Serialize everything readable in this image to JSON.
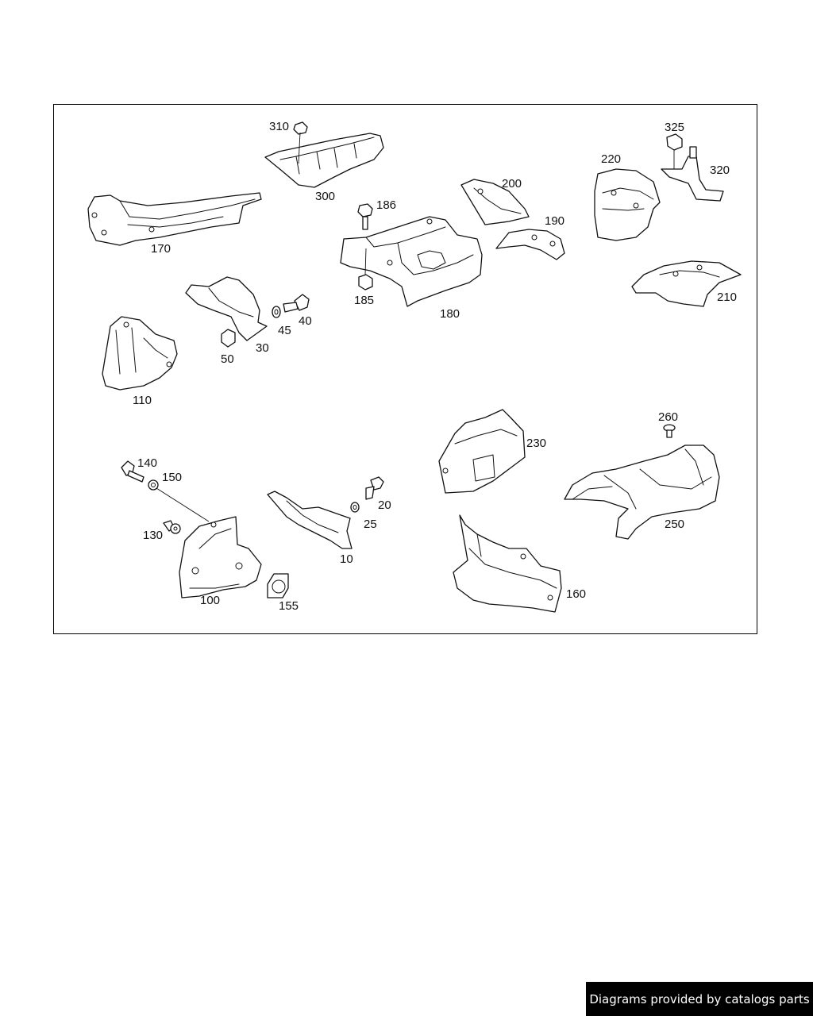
{
  "diagram": {
    "callouts": {
      "c310": "310",
      "c300": "300",
      "c170": "170",
      "c186": "186",
      "c200": "200",
      "c220": "220",
      "c325": "325",
      "c320": "320",
      "c190": "190",
      "c185": "185",
      "c180": "180",
      "c210": "210",
      "c40": "40",
      "c45": "45",
      "c30": "30",
      "c50": "50",
      "c110": "110",
      "c260": "260",
      "c230": "230",
      "c140": "140",
      "c150": "150",
      "c20": "20",
      "c25": "25",
      "c130": "130",
      "c10": "10",
      "c100": "100",
      "c155": "155",
      "c250": "250",
      "c160": "160"
    }
  },
  "footer": {
    "watermark": "Diagrams provided by catalogs parts"
  },
  "colors": {
    "line": "#111111",
    "background": "#ffffff",
    "watermark_bg": "#000000",
    "watermark_text": "#ffffff"
  }
}
